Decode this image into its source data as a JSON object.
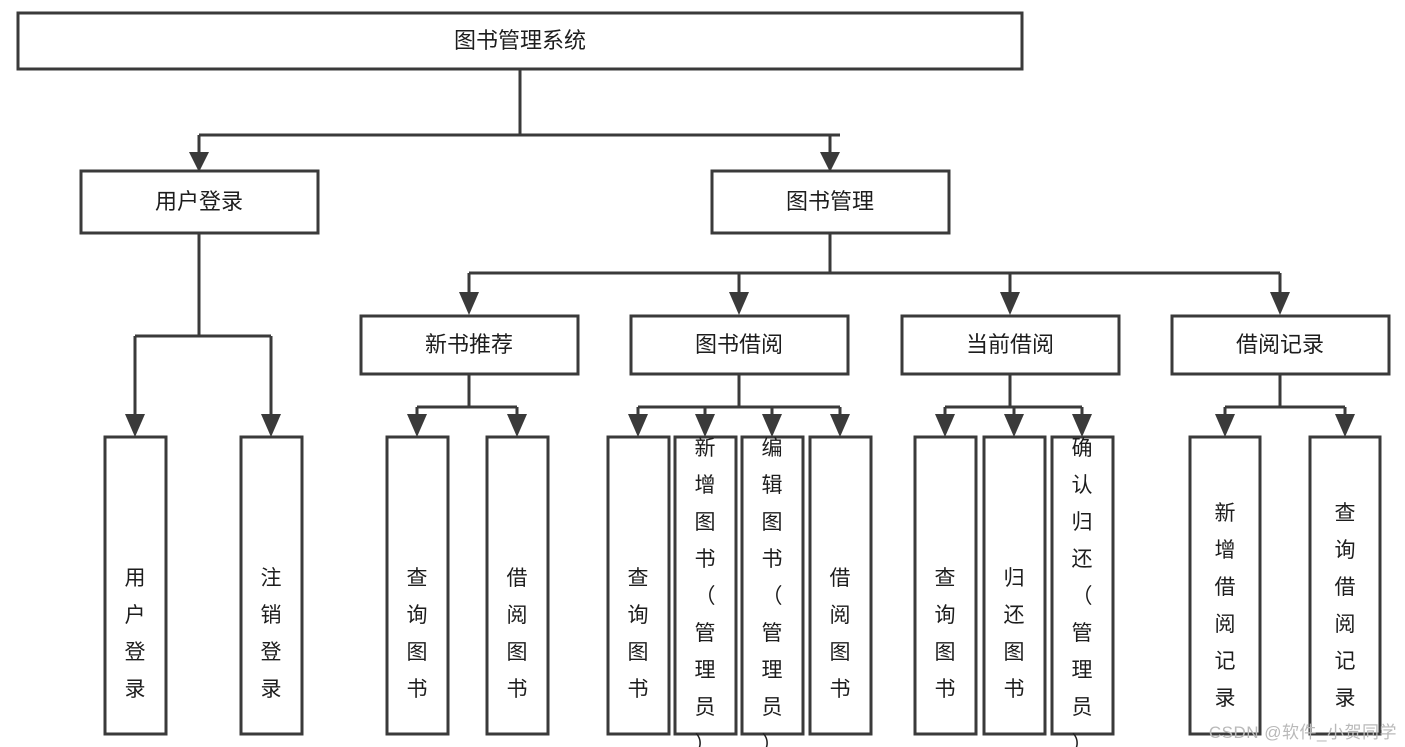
{
  "diagram": {
    "type": "tree",
    "title": "图书管理系统",
    "watermark": "CSDN @软件_小贺同学",
    "colors": {
      "box_stroke": "#3a3a3a",
      "box_fill": "#ffffff",
      "connector": "#3a3a3a",
      "text": "#1d1d1d",
      "watermark": "#b9b9b9",
      "background": "#ffffff"
    },
    "levels": [
      {
        "level": 1,
        "nodes": [
          {
            "id": "root",
            "label": "图书管理系统",
            "orientation": "horizontal"
          }
        ]
      },
      {
        "level": 2,
        "nodes": [
          {
            "id": "login",
            "label": "用户登录",
            "orientation": "horizontal",
            "parent": "root"
          },
          {
            "id": "bookmgmt",
            "label": "图书管理",
            "orientation": "horizontal",
            "parent": "root"
          }
        ]
      },
      {
        "level": 3,
        "nodes": [
          {
            "id": "newbook",
            "label": "新书推荐",
            "orientation": "horizontal",
            "parent": "bookmgmt"
          },
          {
            "id": "borrow",
            "label": "图书借阅",
            "orientation": "horizontal",
            "parent": "bookmgmt"
          },
          {
            "id": "current",
            "label": "当前借阅",
            "orientation": "horizontal",
            "parent": "bookmgmt"
          },
          {
            "id": "records",
            "label": "借阅记录",
            "orientation": "horizontal",
            "parent": "bookmgmt"
          }
        ]
      },
      {
        "level": 4,
        "nodes": [
          {
            "id": "leaf1",
            "label": "用户登录",
            "orientation": "vertical",
            "parent": "login"
          },
          {
            "id": "leaf2",
            "label": "注销登录",
            "orientation": "vertical",
            "parent": "login"
          },
          {
            "id": "leaf3",
            "label": "查询图书",
            "orientation": "vertical",
            "parent": "newbook"
          },
          {
            "id": "leaf4",
            "label": "借阅图书",
            "orientation": "vertical",
            "parent": "newbook"
          },
          {
            "id": "leaf5",
            "label": "查询图书",
            "orientation": "vertical",
            "parent": "borrow"
          },
          {
            "id": "leaf6",
            "label": "新增图书（管理员）",
            "orientation": "vertical",
            "parent": "borrow"
          },
          {
            "id": "leaf7",
            "label": "编辑图书（管理员）",
            "orientation": "vertical",
            "parent": "borrow"
          },
          {
            "id": "leaf8",
            "label": "借阅图书",
            "orientation": "vertical",
            "parent": "borrow"
          },
          {
            "id": "leaf9",
            "label": "查询图书",
            "orientation": "vertical",
            "parent": "current"
          },
          {
            "id": "leaf10",
            "label": "归还图书",
            "orientation": "vertical",
            "parent": "current"
          },
          {
            "id": "leaf11",
            "label": "确认归还（管理员）",
            "orientation": "vertical",
            "parent": "current"
          },
          {
            "id": "leaf12",
            "label": "新增借阅记录",
            "orientation": "vertical",
            "parent": "records"
          },
          {
            "id": "leaf13",
            "label": "查询借阅记录",
            "orientation": "vertical",
            "parent": "records"
          }
        ]
      }
    ]
  }
}
